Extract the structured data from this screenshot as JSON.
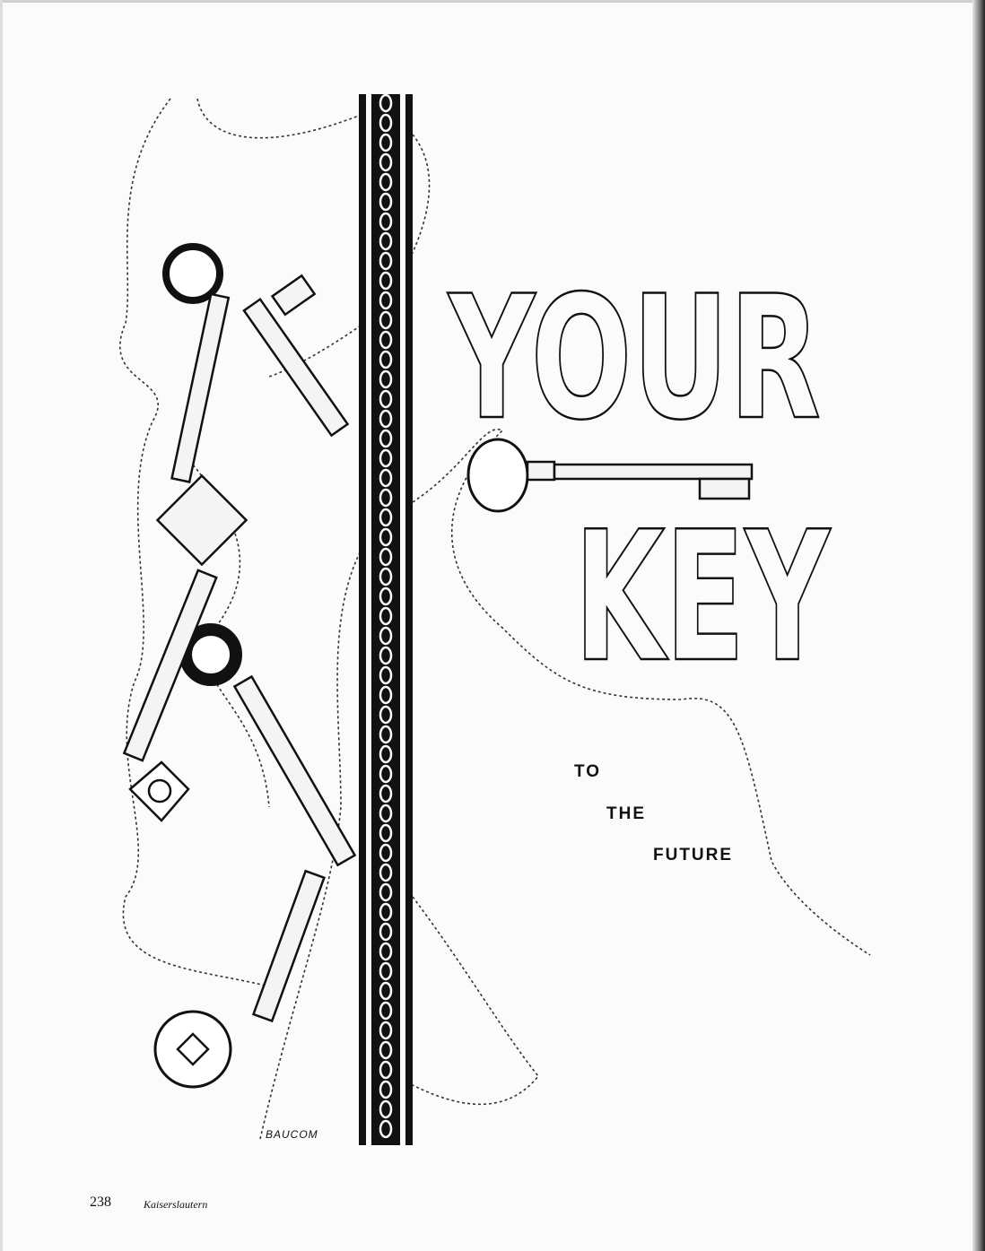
{
  "headline": {
    "line1": "YOUR",
    "line2": "KEY"
  },
  "subtitle": {
    "line1": "TO",
    "line2": "THE",
    "line3": "FUTURE"
  },
  "artist_signature": "BAUCOM",
  "footer": {
    "page_number": "238",
    "publication": "Kaiserslautern"
  }
}
